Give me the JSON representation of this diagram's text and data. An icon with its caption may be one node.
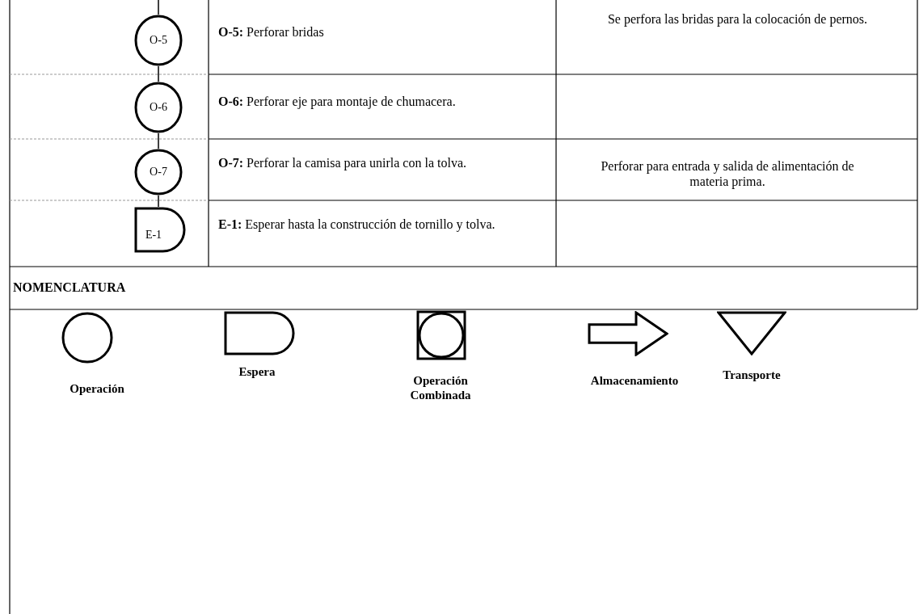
{
  "diagram": {
    "nodes": [
      {
        "text": [
          "O-5"
        ]
      },
      {
        "text": [
          "O-6"
        ]
      },
      {
        "text": [
          "O-7"
        ]
      },
      {
        "text": [
          "E-1"
        ]
      }
    ],
    "edges": [
      {
        "from": null,
        "to": 0,
        "arrow": "none"
      },
      {
        "from": 0,
        "to": 1,
        "arrow": "none"
      },
      {
        "from": 1,
        "to": 2,
        "arrow": "none"
      },
      {
        "from": 2,
        "to": 3,
        "arrow": "none"
      }
    ],
    "labels": [
      "**O-5:** Perforar bridas",
      "Se perfora las bridas para la colocación de pernos.",
      "**O-6:** Perforar eje para montaje de chumacera.",
      "**O-7:** Perforar la camisa para unirla con la tolva.",
      "Perforar para entrada y salida de alimentación de materia prima.",
      "**E-1:** Esperar hasta la construcción de tornillo y tolva.",
      "NOMENCLATURA"
    ],
    "legend": [
      {
        "text": "Operación"
      },
      {
        "text": "Espera"
      },
      {
        "text": "Operación Combinada"
      },
      {
        "text": "Almacenamiento"
      },
      {
        "text": "Transporte"
      }
    ]
  }
}
